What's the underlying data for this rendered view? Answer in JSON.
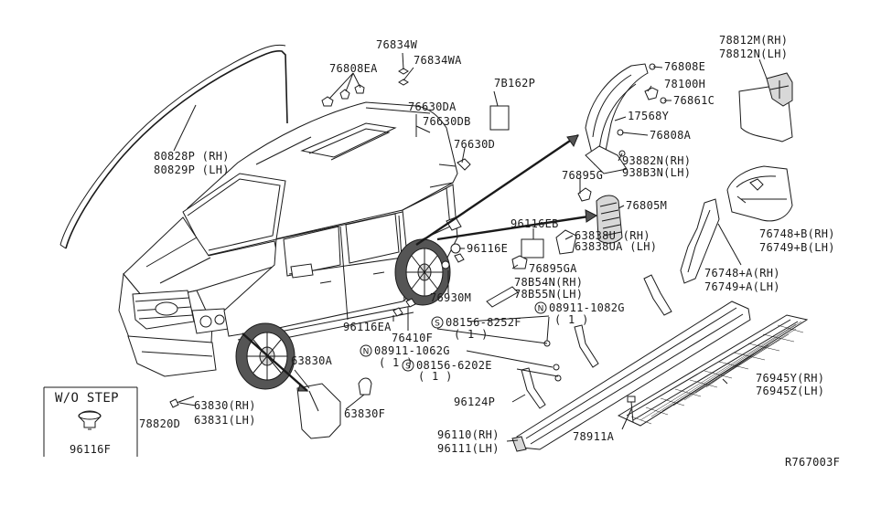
{
  "labels": {
    "l_80828p": "80828P (RH)",
    "l_80829p": "80829P (LH)",
    "l_76808ea": "76808EA",
    "l_76834w": "76834W",
    "l_76834wa": "76834WA",
    "l_76630da": "76630DA",
    "l_76630db": "76630DB",
    "l_76630d": "76630D",
    "l_7b162p": "7B162P",
    "l_76808e": "76808E",
    "l_78100h": "78100H",
    "l_76861c": "76861C",
    "l_17568y": "17568Y",
    "l_76808a": "76808A",
    "l_93882n": "93882N(RH)",
    "l_93883n": "938B3N(LH)",
    "l_76895g": "76895G",
    "l_76805m": "76805M",
    "l_96116eb": "96116EB",
    "l_63838u": "63838U  (RH)",
    "l_63838ua": "63838UA (LH)",
    "l_96116e": "96116E",
    "l_76895ga": "76895GA",
    "l_78854n": "78B54N(RH)",
    "l_78855n": "78B55N(LH)",
    "l_76930m": "76930M",
    "l_96116ea": "96116EA",
    "l_76410f": "76410F",
    "l_08156_8252f": "08156-8252F",
    "l_08156_8252f_qty": "( 1 )",
    "l_08911_1082g": "08911-1082G",
    "l_08911_1082g_qty": "( 1 )",
    "l_08911_1062g": "08911-1062G",
    "l_08911_1062g_qty": "( 1 )",
    "l_08156_6202e": "08156-6202E",
    "l_08156_6202e_qty": "( 1 )",
    "l_63830a": "63830A",
    "l_63830rh": "63830(RH)",
    "l_63831lh": "63831(LH)",
    "l_63830f": "63830F",
    "l_78820d": "78820D",
    "l_96124p": "96124P",
    "l_96110": "96110(RH)",
    "l_96111": "96111(LH)",
    "l_78911a": "78911A",
    "l_76945y": "76945Y(RH)",
    "l_76945z": "76945Z(LH)",
    "l_78812m": "78812M(RH)",
    "l_78812n": "78812N(LH)",
    "l_76748b": "76748+B(RH)",
    "l_76749b": "76749+B(LH)",
    "l_76748a": "76748+A(RH)",
    "l_76749a": "76749+A(LH)",
    "l_wo_step": "W/O STEP",
    "l_96116f": "96116F",
    "l_ref": "R767003F"
  },
  "symbols": {
    "s": "S",
    "n": "N"
  }
}
